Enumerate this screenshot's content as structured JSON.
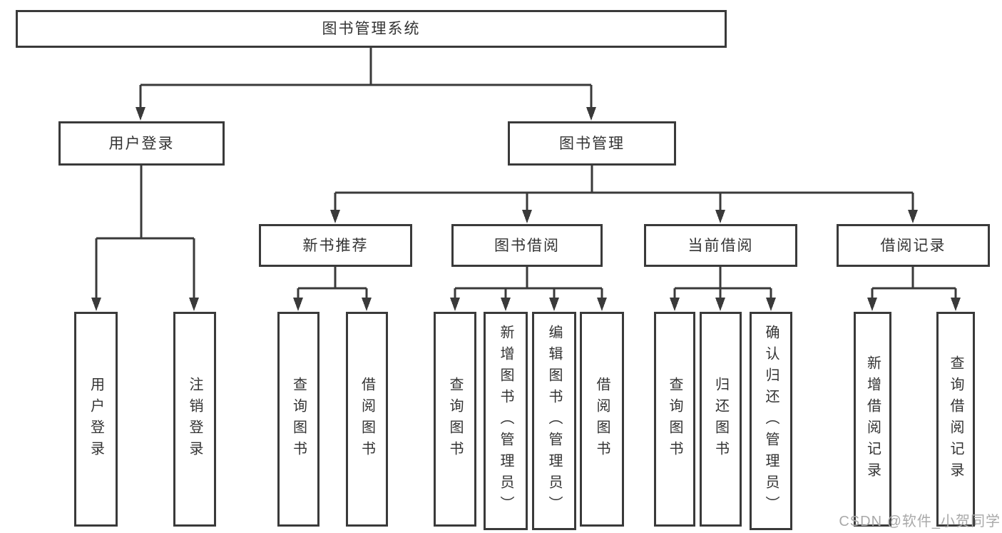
{
  "nodes": {
    "root": "图书管理系统",
    "user_login": "用户登录",
    "book_mgmt": "图书管理",
    "new_book_rec": "新书推荐",
    "book_borrow": "图书借阅",
    "current_borrow": "当前借阅",
    "borrow_record": "借阅记录",
    "leaf_user_login": "用户登录",
    "leaf_logout": "注销登录",
    "leaf_query_book_rec": "查询图书",
    "leaf_borrow_book_rec": "借阅图书",
    "leaf_query_book_borrow": "查询图书",
    "leaf_add_book": "新增图书（管理员）",
    "leaf_edit_book": "编辑图书（管理员）",
    "leaf_borrow_book_borrow": "借阅图书",
    "leaf_query_book_current": "查询图书",
    "leaf_return_book": "归还图书",
    "leaf_confirm_return": "确认归还（管理员）",
    "leaf_add_borrow_record": "新增借阅记录",
    "leaf_query_borrow_record": "查询借阅记录"
  },
  "watermark": "CSDN @软件_小贺同学",
  "colors": {
    "line": "#3a3a3a",
    "text": "#333333",
    "watermark": "#a9a9a9",
    "background": "#ffffff"
  }
}
